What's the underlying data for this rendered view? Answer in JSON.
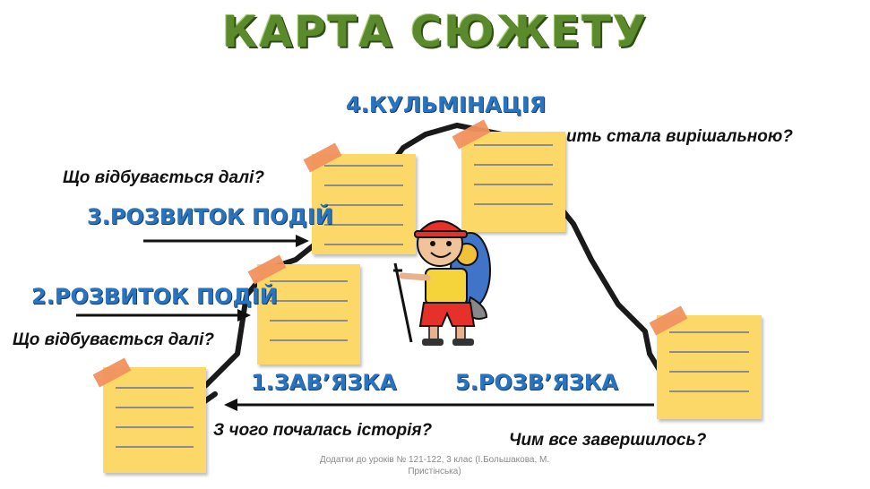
{
  "title": "КАРТА СЮЖЕТУ",
  "stages": {
    "s1": "1.ЗАВ’ЯЗКА",
    "s2": "2.РОЗВИТОК ПОДІЙ",
    "s3": "3.РОЗВИТОК ПОДІЙ",
    "s4": "4.КУЛЬМІНАЦІЯ",
    "s5": "5.РОЗВ’ЯЗКА"
  },
  "questions": {
    "q1": "З чого почалась історія?",
    "q2": "Що відбувається далі?",
    "q3": "Що відбувається далі?",
    "q4": "ить стала вирішальною?",
    "q5": "Чим все завершилось?"
  },
  "footer": {
    "line1": "Додатки до уроків № 121-122, 3 клас (І.Большакова, М.",
    "line2": "Пристінська)"
  },
  "colors": {
    "title": "#5b8a2c",
    "stage": "#2a73bf",
    "note": "#fcd868",
    "tape": "#f0925e"
  }
}
